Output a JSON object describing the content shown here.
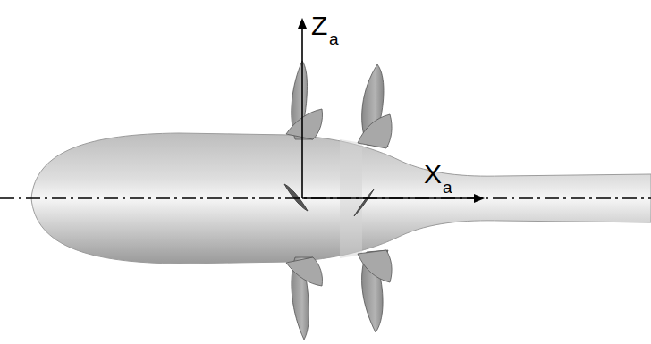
{
  "diagram": {
    "labels": [
      "Z",
      "a",
      "X",
      "a"
    ]
  }
}
